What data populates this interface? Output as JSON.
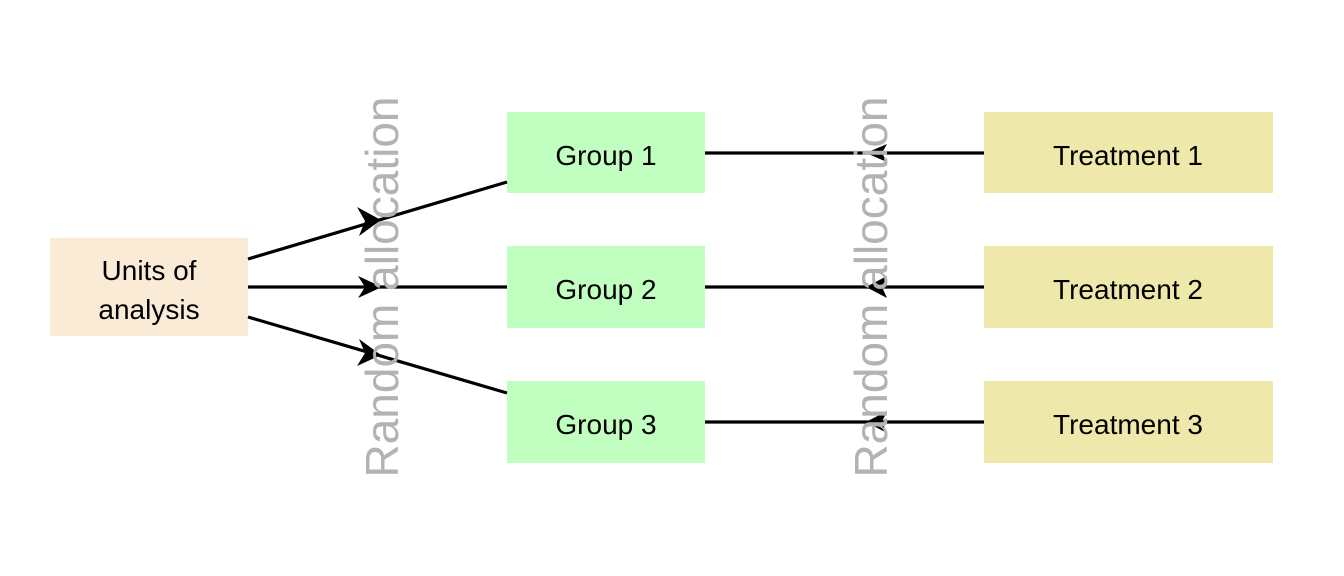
{
  "watermark": {
    "text": "Random allocation",
    "color": "#b3b3b3"
  },
  "nodes": {
    "units": {
      "lines": [
        "Units of",
        "analysis"
      ],
      "fill": "#faebd7"
    },
    "group1": {
      "label": "Group 1",
      "fill": "#c1ffc1"
    },
    "group2": {
      "label": "Group 2",
      "fill": "#c1ffc1"
    },
    "group3": {
      "label": "Group 3",
      "fill": "#c1ffc1"
    },
    "treatment1": {
      "label": "Treatment 1",
      "fill": "#eee8aa"
    },
    "treatment2": {
      "label": "Treatment 2",
      "fill": "#eee8aa"
    },
    "treatment3": {
      "label": "Treatment 3",
      "fill": "#eee8aa"
    }
  },
  "edges": [
    {
      "from": "units",
      "to": "group1"
    },
    {
      "from": "units",
      "to": "group2"
    },
    {
      "from": "units",
      "to": "group3"
    },
    {
      "from": "treatment1",
      "to": "group1"
    },
    {
      "from": "treatment2",
      "to": "group2"
    },
    {
      "from": "treatment3",
      "to": "group3"
    }
  ]
}
